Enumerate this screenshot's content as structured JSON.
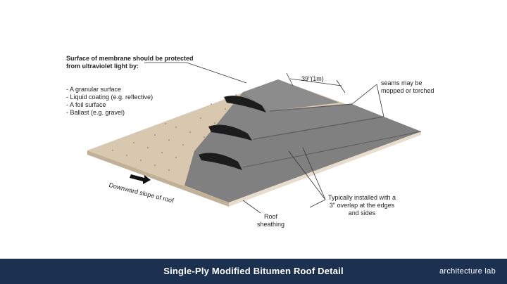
{
  "annotations": {
    "uv_title": "Surface of membrane should be protected\nfrom ultraviolet light by:",
    "uv_items": "- A granular surface\n- Liquid coating (e.g. reflective)\n- A foil surface\n- Ballast (e.g. gravel)",
    "width": "39\"(1m)",
    "seams": "seams may be\nmopped or torched",
    "overlap": "Typically installed with a\n3\" overlap at the edges\nand sides",
    "sheathing": "Roof\nsheathing",
    "slope": "Downward slope of roof"
  },
  "footer": {
    "title": "Single-Ply Modified Bitumen Roof Detail",
    "brand": "architecture lab"
  },
  "colors": {
    "sheathing": "#d9c8b0",
    "membrane": "#8a8a8a",
    "membrane_dark": "#6f6f6f",
    "roll": "#1c1c1c",
    "footer": "#1c3050"
  }
}
